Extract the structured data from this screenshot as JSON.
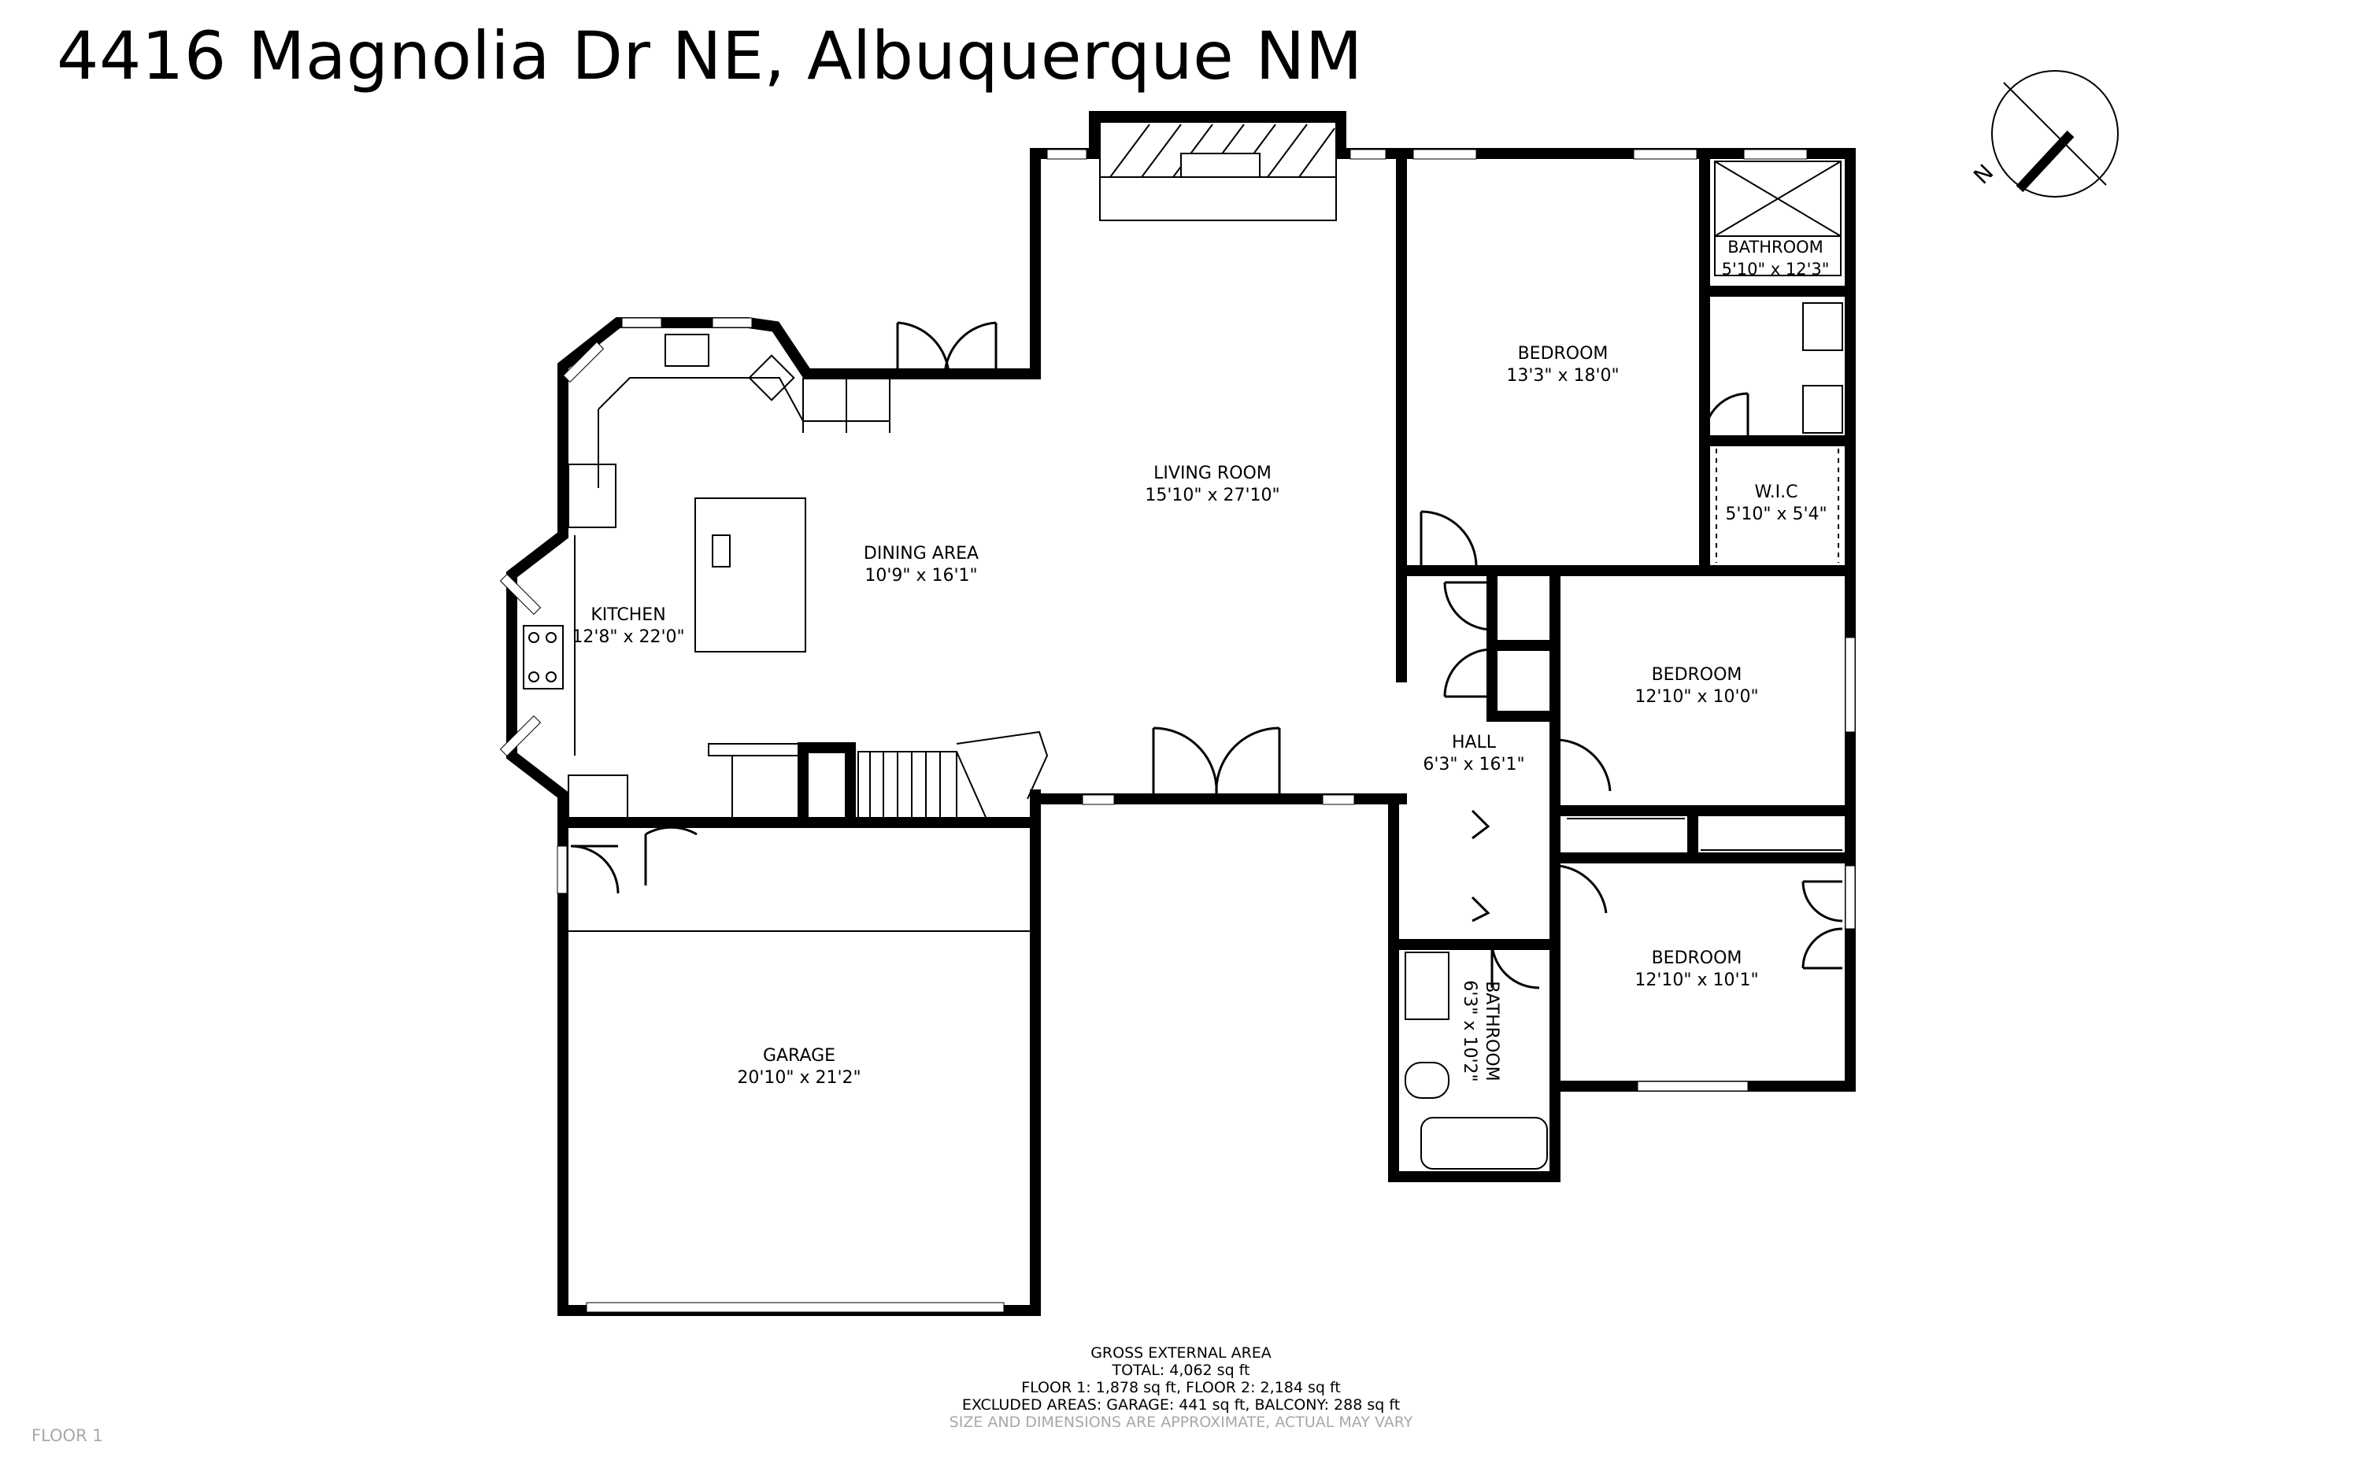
{
  "title": "4416 Magnolia Dr NE, Albuquerque NM",
  "rooms": {
    "living": {
      "name": "LIVING ROOM",
      "dims": "15'10\" x 27'10\""
    },
    "dining": {
      "name": "DINING AREA",
      "dims": "10'9\" x 16'1\""
    },
    "kitchen": {
      "name": "KITCHEN",
      "dims": "12'8\" x 22'0\""
    },
    "master_bedroom": {
      "name": "BEDROOM",
      "dims": "13'3\" x 18'0\""
    },
    "master_bath": {
      "name": "BATHROOM",
      "dims": "5'10\" x 12'3\""
    },
    "wic": {
      "name": "W.I.C",
      "dims": "5'10\" x 5'4\""
    },
    "bedroom2": {
      "name": "BEDROOM",
      "dims": "12'10\" x 10'0\""
    },
    "bedroom3": {
      "name": "BEDROOM",
      "dims": "12'10\" x 10'1\""
    },
    "hall": {
      "name": "HALL",
      "dims": "6'3\" x 16'1\""
    },
    "bathroom2": {
      "name": "BATHROOM",
      "dims": "6'3\" x 10'2\""
    },
    "garage": {
      "name": "GARAGE",
      "dims": "20'10\" x 21'2\""
    }
  },
  "footer": {
    "heading": "GROSS EXTERNAL AREA",
    "total": "TOTAL: 4,062 sq ft",
    "floors": "FLOOR 1: 1,878 sq ft, FLOOR 2: 2,184 sq ft",
    "excluded": "EXCLUDED AREAS: GARAGE: 441 sq ft, BALCONY: 288 sq ft",
    "disclaimer": "SIZE AND DIMENSIONS ARE APPROXIMATE, ACTUAL MAY VARY"
  },
  "floor_label": "FLOOR 1",
  "compass_label": "N"
}
